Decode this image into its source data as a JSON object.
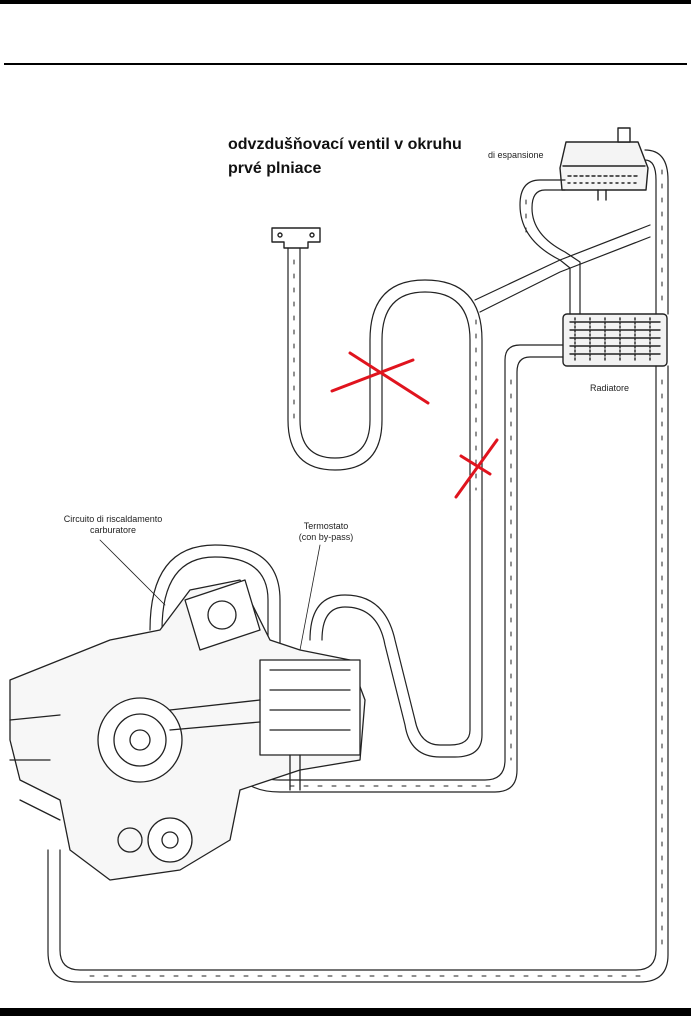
{
  "note": {
    "line1": "odvzdušňovací ventil v okruhu",
    "line2": "prvé plniace"
  },
  "labels": {
    "expansion": "di espansione",
    "radiator": "Radiatore",
    "carb_circuit_line1": "Circuito di riscaldamento",
    "carb_circuit_line2": "carburatore",
    "thermostat_line1": "Termostato",
    "thermostat_line2": "(con by-pass)"
  },
  "colors": {
    "hose": "#222222",
    "marker": "#e0141e",
    "rule": "#000000"
  }
}
